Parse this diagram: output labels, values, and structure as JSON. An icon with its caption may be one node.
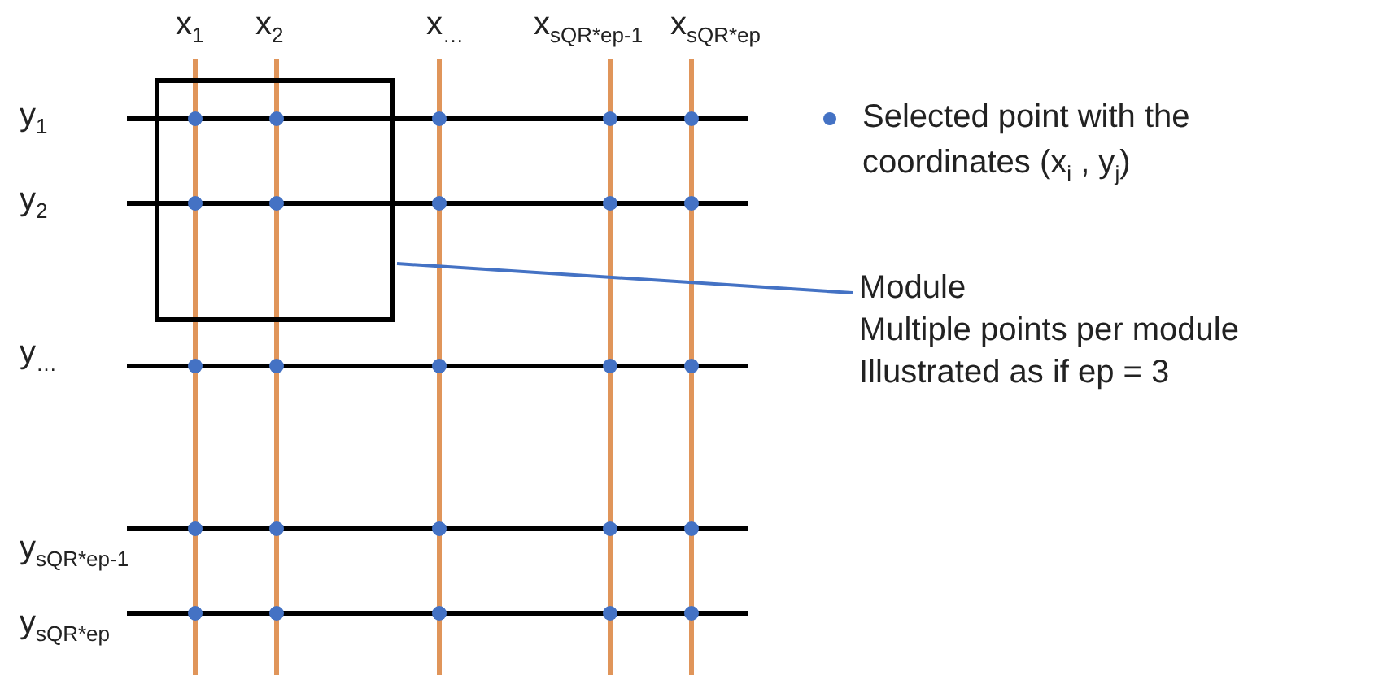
{
  "diagram": {
    "nodes": [
      {
        "text": [],
        "shape": "box"
      },
      {
        "text": [
          "Module",
          "Multiple points per module",
          "Illustrated as if ep = 3"
        ]
      }
    ],
    "edges": [
      {
        "from": 1,
        "to": 0,
        "arrow": "none"
      }
    ],
    "labels": [
      "x$_{1}$",
      "x$_{2}$",
      "x$_{…}$",
      "x$_{sQR*ep-1}$",
      "x$_{sQR*ep}$",
      "y$_{1}$",
      "y$_{2}$",
      "y$_{…}$",
      "y$_{sQR*ep-1}$",
      "y$_{sQR*ep}$"
    ],
    "legend": [
      {
        "text": "Selected point with the coordinates (x$_{i}$ , y$_{j}$)",
        "color": "#4472c4"
      }
    ]
  }
}
